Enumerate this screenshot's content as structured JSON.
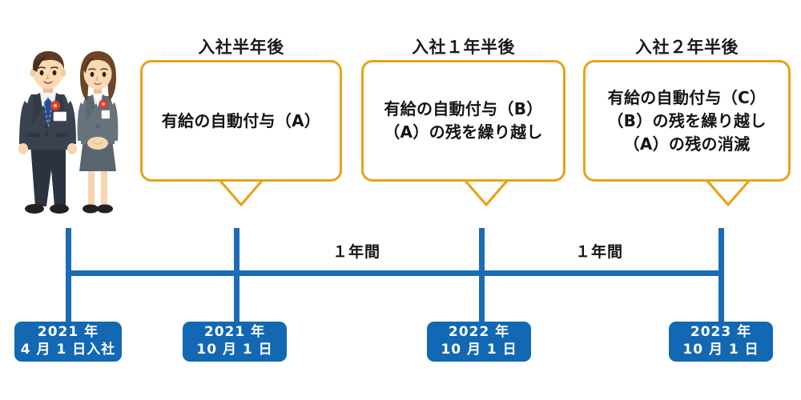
{
  "illustration": {
    "name": "new-employees-illustration",
    "alt": "two new employees in business suits wearing red flower badges"
  },
  "callouts": [
    {
      "id": "callout-half-year",
      "heading": "入社半年後",
      "body": "有給の自動付与（A）",
      "border_color": "#E8A317"
    },
    {
      "id": "callout-one-and-half-year",
      "heading": "入社１年半後",
      "body": "有給の自動付与（B）\n（A）の残を繰り越し",
      "border_color": "#E8A317"
    },
    {
      "id": "callout-two-and-half-year",
      "heading": "入社２年半後",
      "body": "有給の自動付与（C）\n（B）の残を繰り越し\n（A）の残の消滅",
      "border_color": "#E8A317"
    }
  ],
  "timeline": {
    "line_color": "#1B6CB5",
    "spans": [
      {
        "label": "１年間"
      },
      {
        "label": "１年間"
      }
    ],
    "milestones": [
      {
        "id": "milestone-2021-04-01",
        "label": "2021 年\n4 月 1 日入社"
      },
      {
        "id": "milestone-2021-10-01",
        "label": "2021 年\n10 月 1 日"
      },
      {
        "id": "milestone-2022-10-01",
        "label": "2022 年\n10 月 1 日"
      },
      {
        "id": "milestone-2023-10-01",
        "label": "2023 年\n10 月 1 日"
      }
    ],
    "pill_color": "#1268B3"
  }
}
